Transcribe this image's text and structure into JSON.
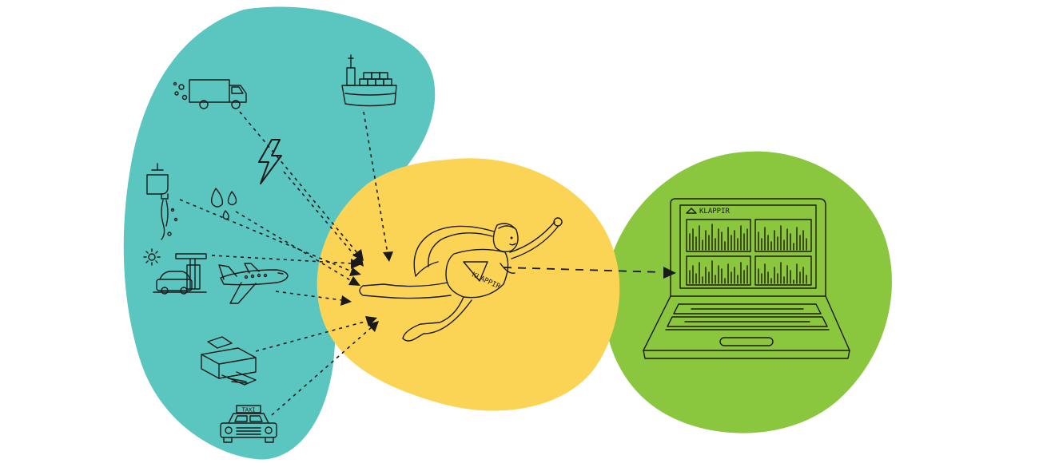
{
  "colors": {
    "sources_blob": "#5BC6C0",
    "hero_blob": "#FCD455",
    "laptop_blob": "#8BC63F",
    "ink": "#1a1a1a"
  },
  "sources": [
    {
      "icon": "truck-icon"
    },
    {
      "icon": "cargo-ship-icon"
    },
    {
      "icon": "lightning-icon"
    },
    {
      "icon": "water-tap-icon"
    },
    {
      "icon": "water-drops-icon"
    },
    {
      "icon": "car-charging-icon"
    },
    {
      "icon": "airplane-icon"
    },
    {
      "icon": "printer-icon"
    },
    {
      "icon": "taxi-icon"
    }
  ],
  "hero": {
    "icon": "superhero-icon",
    "chest_text": "KLAPPIR"
  },
  "laptop": {
    "icon": "laptop-icon",
    "brand_text": "KLAPPIR"
  },
  "taxi": {
    "sign_text": "TAXI"
  }
}
